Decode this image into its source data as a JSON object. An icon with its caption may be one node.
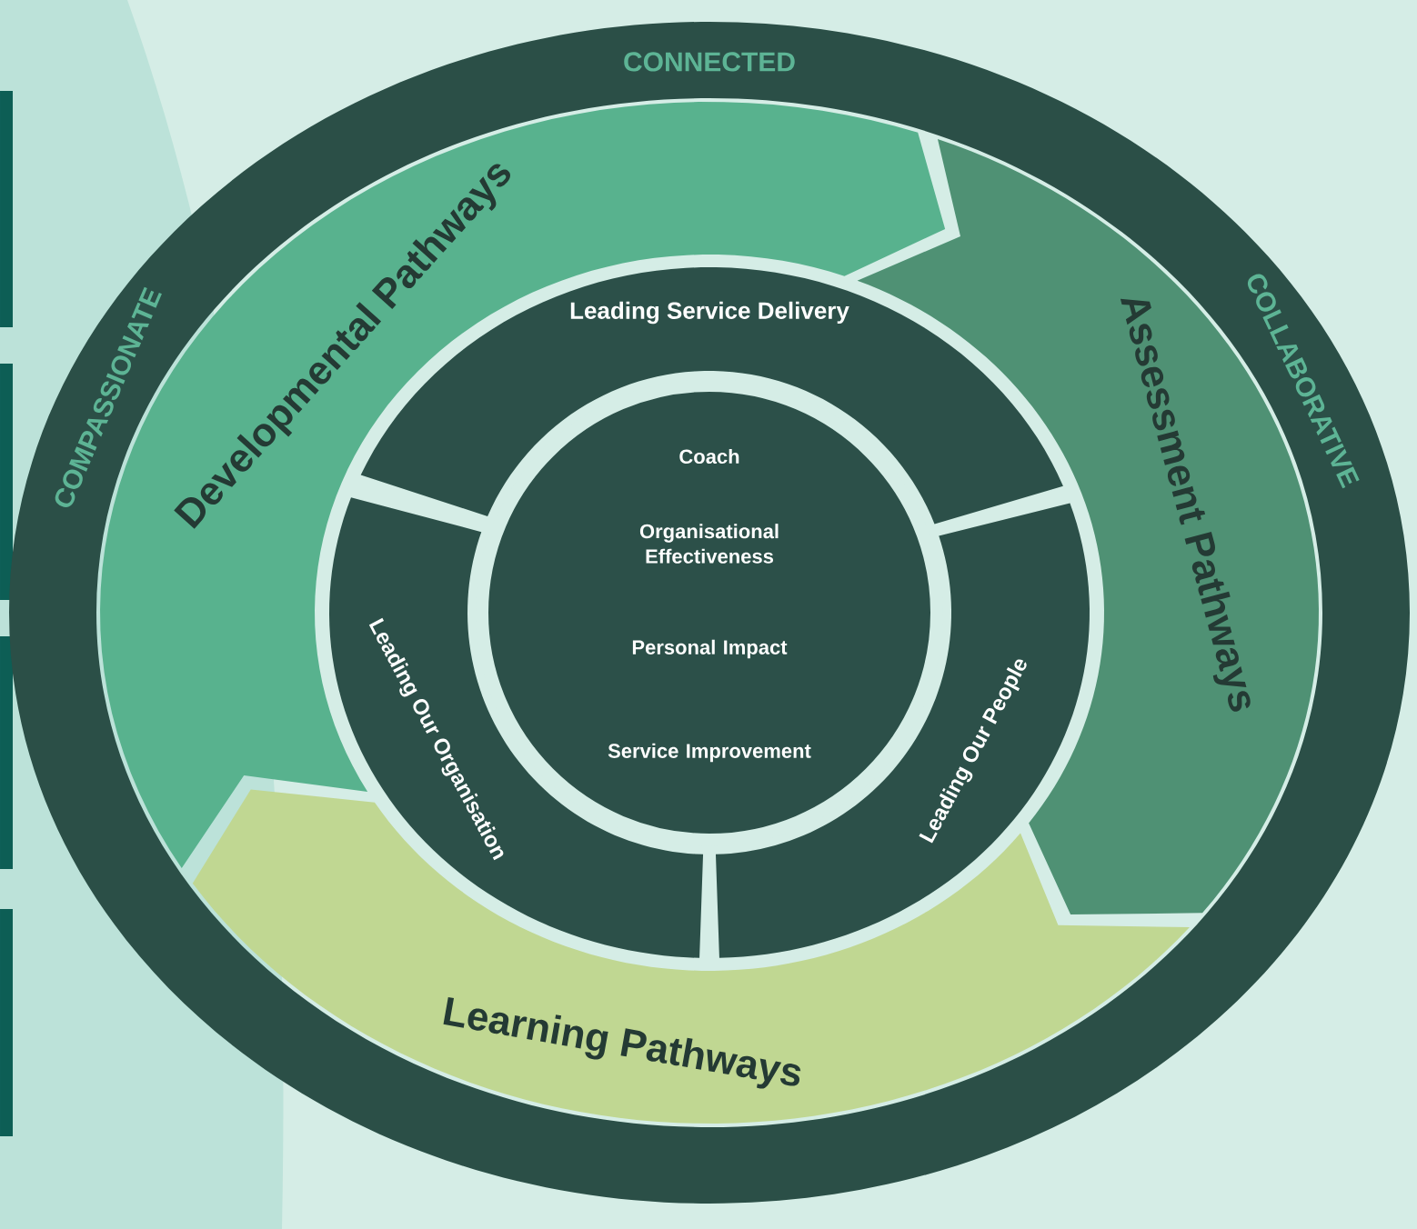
{
  "diagram": {
    "nodes": [
      {
        "text": [
          "CONNECTED",
          "COMPASSIONATE",
          "COLLABORATIVE"
        ]
      },
      {
        "text": [
          "Developmental Pathways"
        ],
        "in": 0
      },
      {
        "text": [
          "Assessment Pathways"
        ],
        "in": 0
      },
      {
        "text": [
          "Learning Pathways"
        ],
        "in": 0
      },
      {
        "text": [
          "Leading Service Delivery"
        ],
        "in": 0
      },
      {
        "text": [
          "Leading Our Organisation"
        ],
        "in": 0
      },
      {
        "text": [
          "Leading Our People"
        ],
        "in": 0
      },
      {
        "text": [
          "Coach",
          "Organisational Effectiveness",
          "Personal Impact",
          "Service Improvement"
        ],
        "in": 0
      }
    ]
  }
}
